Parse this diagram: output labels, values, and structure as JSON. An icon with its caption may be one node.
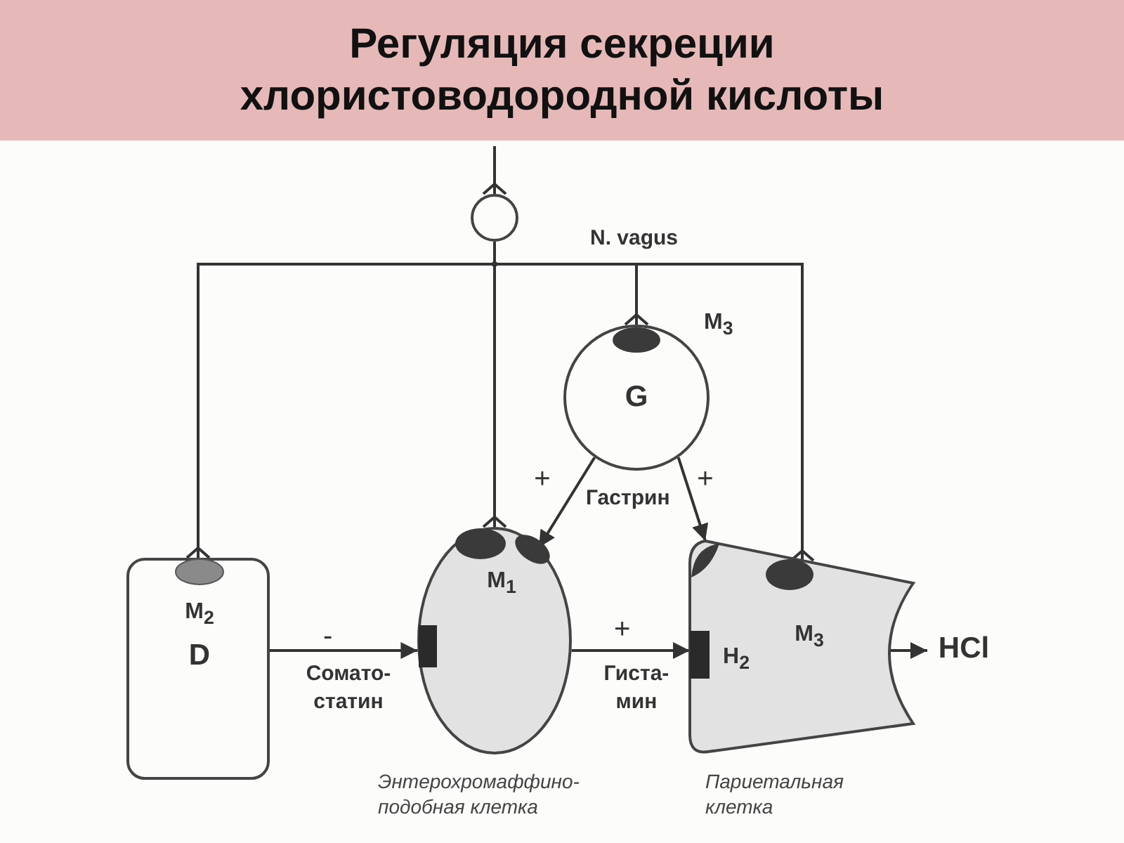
{
  "diagram": {
    "title": "Регуляция секреции хлористоводородной кислоты",
    "nodes": [
      {
        "text": [],
        "shape": "circle"
      },
      {
        "text": [
          "G"
        ],
        "beside": [
          "M$_{3}$"
        ]
      },
      {
        "text": [
          "M$_{2}$",
          "D"
        ]
      },
      {
        "text": [
          "M$_{1}$"
        ],
        "beside": [
          "Энтерохромаффино- подобная клетка"
        ]
      },
      {
        "text": [
          "M$_{3}$",
          "H$_{2}$"
        ],
        "beside": [
          "Париетальная клетка"
        ]
      },
      {
        "text": [
          "HCl"
        ]
      }
    ],
    "edges": [
      {
        "from": null,
        "to": 0,
        "arrow": "other"
      },
      {
        "from": 0,
        "to": 2,
        "arrow": "other"
      },
      {
        "from": 0,
        "to": 3,
        "arrow": "other"
      },
      {
        "from": 0,
        "to": 1,
        "arrow": "other"
      },
      {
        "from": 0,
        "to": 4,
        "arrow": "other"
      },
      {
        "from": 1,
        "to": 3,
        "arrow": "to",
        "label": "+"
      },
      {
        "from": 1,
        "to": 4,
        "arrow": "to",
        "label": "+"
      },
      {
        "from": 2,
        "to": 3,
        "arrow": "to",
        "label": "Сомато- статин"
      },
      {
        "from": 3,
        "to": 4,
        "arrow": "to",
        "label": "Гиста- мин"
      },
      {
        "from": 4,
        "to": 5,
        "arrow": "to"
      }
    ],
    "labels": [
      "N. vagus",
      "Гастрин",
      "-",
      "+"
    ]
  }
}
